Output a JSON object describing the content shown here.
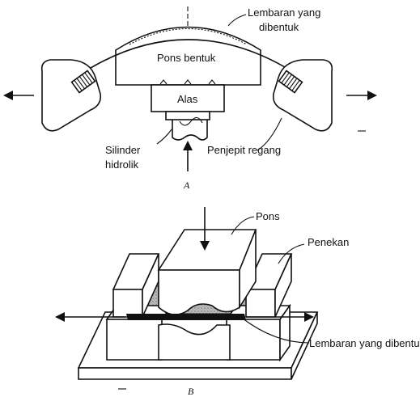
{
  "diagram_a": {
    "labels": {
      "sheet": "Lembaran yang\ndibentuk",
      "punch": "Pons bentuk",
      "base": "Alas",
      "cylinder": "Silinder\nhidrolik",
      "clamp": "Penjepit regang"
    },
    "caption": "A"
  },
  "diagram_b": {
    "labels": {
      "punch": "Pons",
      "presser": "Penekan",
      "sheet": "Lembaran yang dibentu"
    },
    "caption": "B"
  },
  "colors": {
    "ink": "#111111",
    "paper": "#ffffff",
    "shade": "#9a9a9a"
  }
}
